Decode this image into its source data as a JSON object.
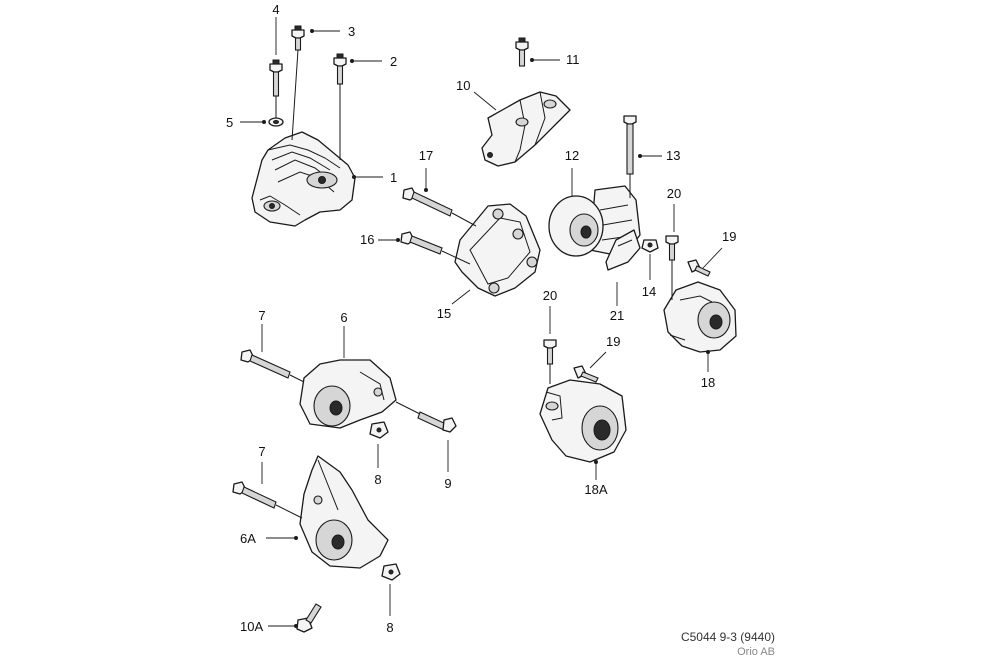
{
  "callouts": {
    "c1": "1",
    "c2": "2",
    "c3": "3",
    "c4": "4",
    "c5": "5",
    "c6": "6",
    "c6a": "6A",
    "c7a": "7",
    "c7b": "7",
    "c8a": "8",
    "c8b": "8",
    "c9": "9",
    "c10": "10",
    "c10a": "10A",
    "c11": "11",
    "c12": "12",
    "c13": "13",
    "c14": "14",
    "c15": "15",
    "c16": "16",
    "c17": "17",
    "c18": "18",
    "c18a": "18A",
    "c19a": "19",
    "c19b": "19",
    "c20a": "20",
    "c20b": "20",
    "c21": "21"
  },
  "footer": {
    "code": "C5044 9-3 (9440)",
    "organization": "Orio AB"
  }
}
